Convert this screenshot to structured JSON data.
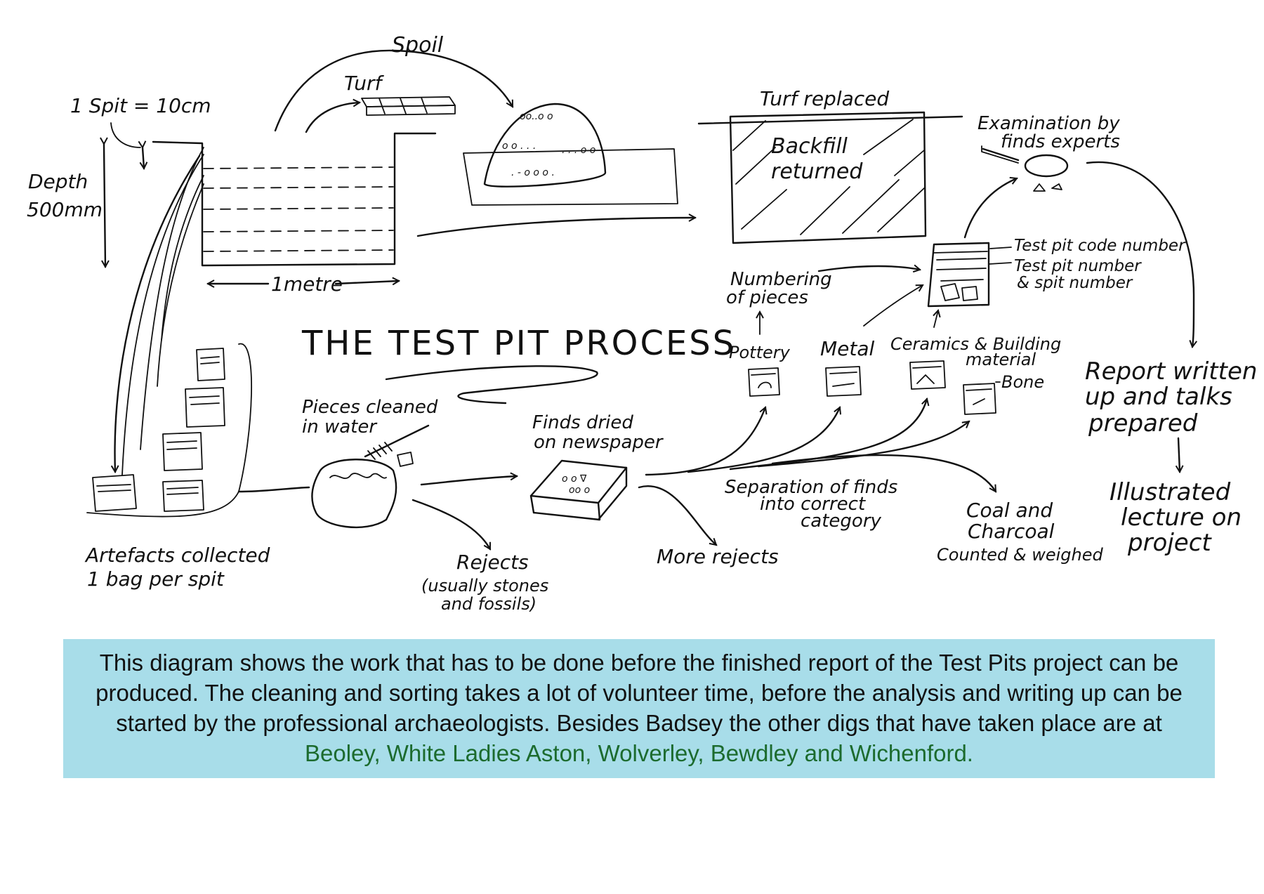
{
  "title": "THE TEST PIT PROCESS",
  "labels": {
    "spoil": "Spoil",
    "turf": "Turf",
    "spit": "1 Spit = 10cm",
    "depth_1": "Depth",
    "depth_2": "500mm",
    "metre": "1metre",
    "turf_replaced": "Turf replaced",
    "backfill_1": "Backfill",
    "backfill_2": "returned",
    "examination_1": "Examination by",
    "examination_2": "finds experts",
    "test_pit_code": "Test pit code number",
    "test_pit_number": "Test pit number",
    "spit_number": "& spit number",
    "numbering_1": "Numbering",
    "numbering_2": "of pieces",
    "pottery": "Pottery",
    "metal": "Metal",
    "ceramics_1": "Ceramics & Building",
    "ceramics_2": "material",
    "bone": "Bone",
    "report_1": "Report written",
    "report_2": "up and talks",
    "report_3": "prepared",
    "pieces_cleaned_1": "Pieces cleaned",
    "pieces_cleaned_2": "in water",
    "finds_dried_1": "Finds dried",
    "finds_dried_2": "on newspaper",
    "separation_1": "Separation of finds",
    "separation_2": "into correct",
    "separation_3": "category",
    "coal_1": "Coal and",
    "coal_2": "Charcoal",
    "coal_3": "Counted & weighed",
    "illustrated_1": "Illustrated",
    "illustrated_2": "lecture on",
    "illustrated_3": "project",
    "artefacts_1": "Artefacts collected",
    "artefacts_2": "1 bag per spit",
    "rejects_1": "Rejects",
    "rejects_2": "(usually stones",
    "rejects_3": "and fossils)",
    "more_rejects": "More rejects"
  },
  "caption": {
    "text": "This diagram shows the work that has to be done before the finished report of the Test Pits project can be produced. The cleaning and sorting takes a lot of volunteer time, before the analysis and writing up can be started by the professional archaeologists. Besides Badsey the other digs that have taken place are at ",
    "places": "Beoley, White Ladies Aston, Wolverley, Bewdley and Wichenford."
  },
  "colors": {
    "caption_bg": "#a8dde9",
    "places_text": "#1c6b2e",
    "ink": "#111111"
  }
}
